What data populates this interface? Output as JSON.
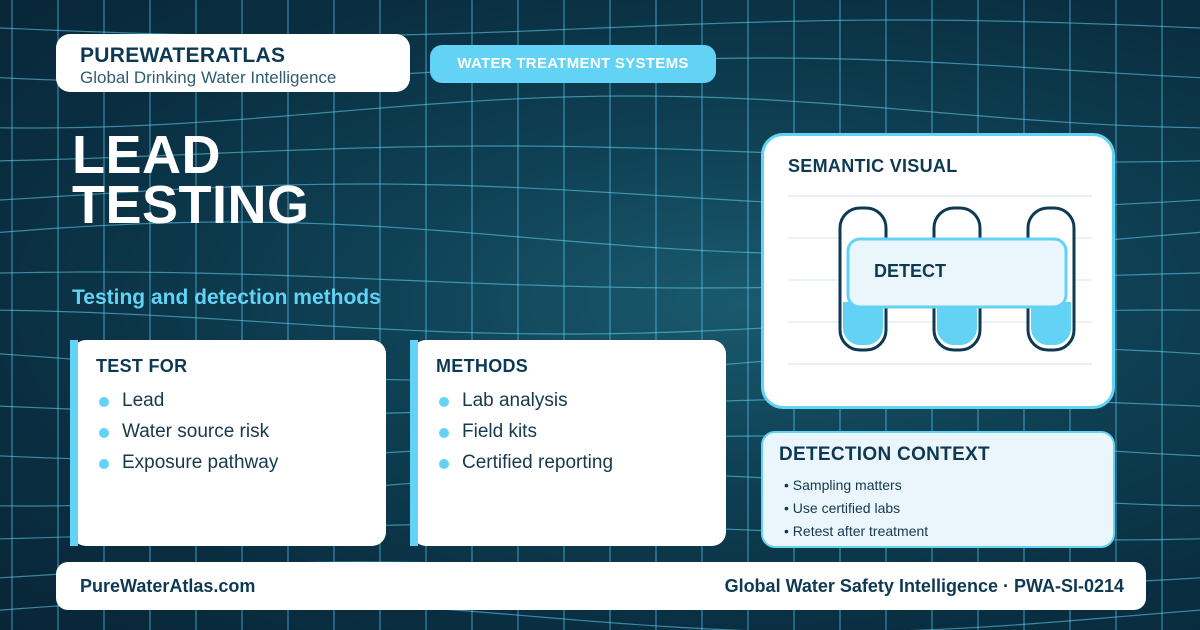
{
  "brand": {
    "name": "PUREWATERATLAS",
    "tagline": "Global Drinking Water Intelligence"
  },
  "category_pill": "WATER TREATMENT SYSTEMS",
  "hero": {
    "title_line1": "LEAD",
    "title_line2": "TESTING",
    "subtitle": "Testing and detection methods"
  },
  "cards": [
    {
      "title": "TEST FOR",
      "items": [
        "Lead",
        "Water source risk",
        "Exposure pathway"
      ]
    },
    {
      "title": "METHODS",
      "items": [
        "Lab analysis",
        "Field kits",
        "Certified reporting"
      ]
    }
  ],
  "semantic_visual": {
    "title": "SEMANTIC VISUAL",
    "label": "DETECT"
  },
  "detection_context": {
    "title": "DETECTION CONTEXT",
    "items": [
      "• Sampling matters",
      "• Use certified labs",
      "• Retest after treatment"
    ]
  },
  "footer": {
    "site": "PureWaterAtlas.com",
    "right": "Global Water Safety Intelligence · PWA-SI-0214"
  },
  "colors": {
    "accent": "#63d3f5",
    "navy": "#0d3a52",
    "background": "#0f4155"
  }
}
